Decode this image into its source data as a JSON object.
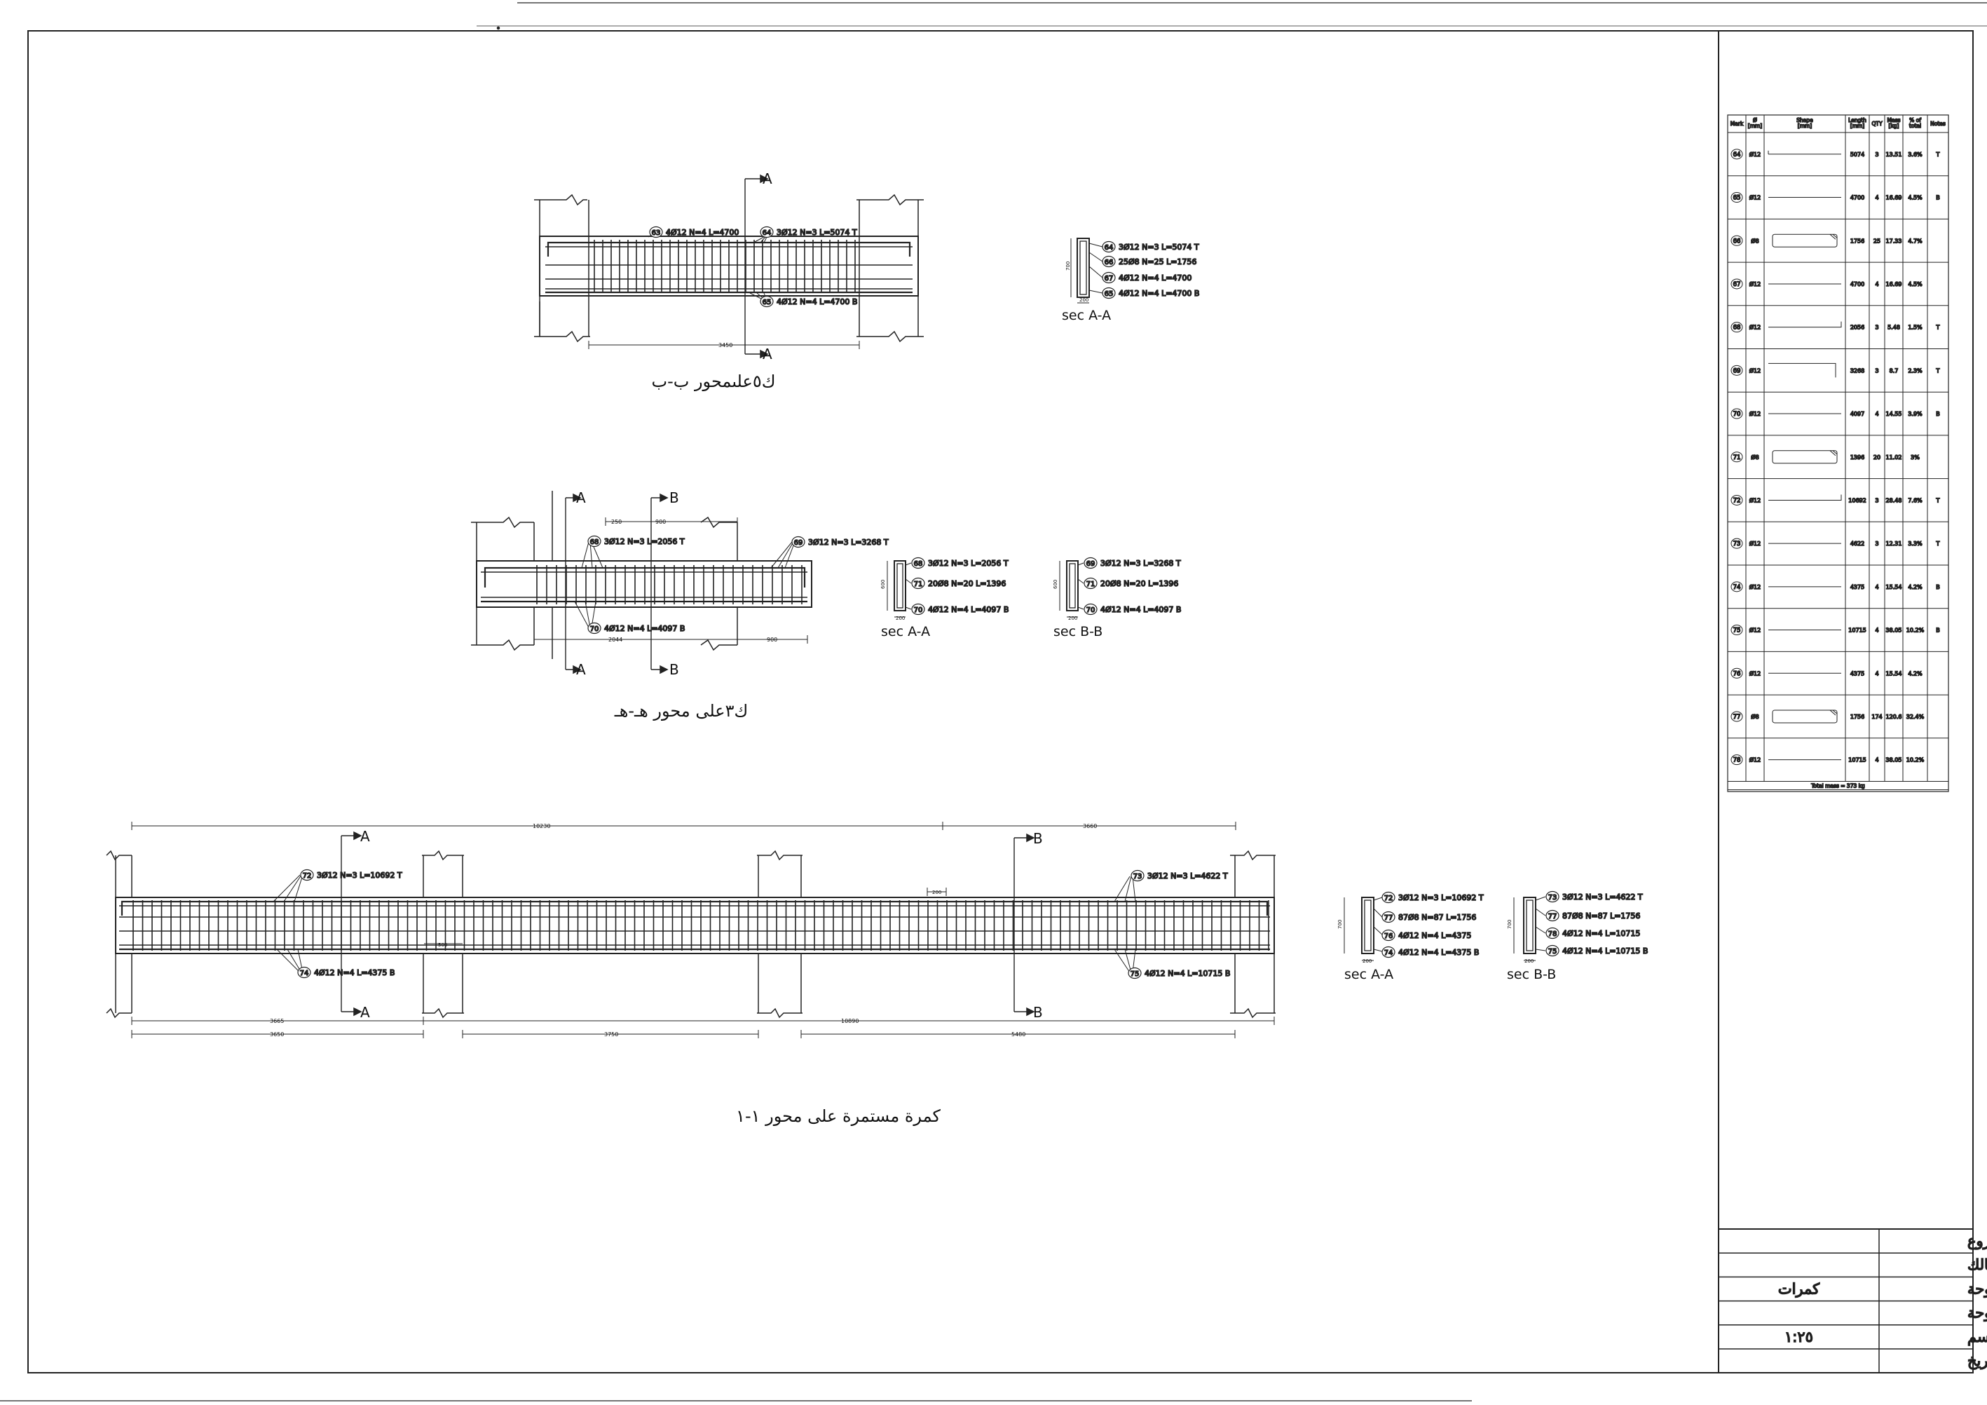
{
  "drawings": {
    "k5": {
      "title": "ك٥علىمحور ب-ب",
      "section_marks": [
        "A",
        "A"
      ],
      "span_dim": "3450",
      "callouts": [
        {
          "num": "63",
          "text": "4Ø12 N=4 L=4700"
        },
        {
          "num": "64",
          "text": "3Ø12 N=3 L=5074 T"
        },
        {
          "num": "65",
          "text": "4Ø12 N=4 L=4700 B"
        }
      ],
      "section": {
        "label": "sec A-A",
        "height_dim": "700",
        "width_dim": "200",
        "callouts": [
          {
            "num": "64",
            "text": "3Ø12 N=3 L=5074 T"
          },
          {
            "num": "66",
            "text": "25Ø8 N=25 L=1756"
          },
          {
            "num": "67",
            "text": "4Ø12 N=4 L=4700"
          },
          {
            "num": "65",
            "text": "4Ø12 N=4 L=4700 B"
          }
        ]
      }
    },
    "k3": {
      "title": "ك٣على محور هـ-هـ",
      "section_marks": [
        "A",
        "B",
        "A",
        "B"
      ],
      "dims": {
        "d250": "250",
        "d900a": "900",
        "d2044": "2044",
        "d900b": "900"
      },
      "callouts": [
        {
          "num": "68",
          "text": "3Ø12 N=3 L=2056 T"
        },
        {
          "num": "69",
          "text": "3Ø12 N=3 L=3268 T"
        },
        {
          "num": "70",
          "text": "4Ø12 N=4 L=4097 B"
        }
      ],
      "section_a": {
        "label": "sec A-A",
        "height_dim": "600",
        "width_dim": "200",
        "callouts": [
          {
            "num": "68",
            "text": "3Ø12 N=3 L=2056 T"
          },
          {
            "num": "71",
            "text": "20Ø8 N=20 L=1396"
          },
          {
            "num": "70",
            "text": "4Ø12 N=4 L=4097 B"
          }
        ]
      },
      "section_b": {
        "label": "sec B-B",
        "height_dim": "600",
        "width_dim": "200",
        "callouts": [
          {
            "num": "69",
            "text": "3Ø12 N=3 L=3268 T"
          },
          {
            "num": "71",
            "text": "20Ø8 N=20 L=1396"
          },
          {
            "num": "70",
            "text": "4Ø12 N=4 L=4097 B"
          }
        ]
      }
    },
    "cont": {
      "title": "كمرة مستمرة على محور ١-١",
      "section_marks": [
        "A",
        "B",
        "A",
        "B"
      ],
      "dims": {
        "top_total": "10230",
        "top_right": "3660",
        "mid_mark": "200",
        "d500": "500",
        "bot_a": "3665",
        "bot_b": "10890",
        "c1": "3650",
        "c2": "3750",
        "c3": "5480"
      },
      "callouts": [
        {
          "num": "72",
          "text": "3Ø12 N=3 L=10692 T"
        },
        {
          "num": "73",
          "text": "3Ø12 N=3 L=4622 T"
        },
        {
          "num": "74",
          "text": "4Ø12 N=4 L=4375 B"
        },
        {
          "num": "75",
          "text": "4Ø12 N=4 L=10715 B"
        }
      ],
      "section_a": {
        "label": "sec A-A",
        "height_dim": "700",
        "width_dim": "200",
        "callouts": [
          {
            "num": "72",
            "text": "3Ø12 N=3 L=10692 T"
          },
          {
            "num": "77",
            "text": "87Ø8 N=87 L=1756"
          },
          {
            "num": "76",
            "text": "4Ø12 N=4 L=4375"
          },
          {
            "num": "74",
            "text": "4Ø12 N=4 L=4375 B"
          }
        ]
      },
      "section_b": {
        "label": "sec B-B",
        "height_dim": "700",
        "width_dim": "200",
        "callouts": [
          {
            "num": "73",
            "text": "3Ø12 N=3 L=4622 T"
          },
          {
            "num": "77",
            "text": "87Ø8 N=87 L=1756"
          },
          {
            "num": "78",
            "text": "4Ø12 N=4 L=10715"
          },
          {
            "num": "75",
            "text": "4Ø12 N=4 L=10715 B"
          }
        ]
      }
    }
  },
  "schedule": {
    "headers": [
      "Mark",
      "Ø\n[mm]",
      "Shape\n[mm]",
      "Length\n[mm]",
      "QTY",
      "Mass\n[kg]",
      "% of\ntotal",
      "Notes"
    ],
    "rows": [
      {
        "mark": "64",
        "dia": "Ø12",
        "shape": "straight",
        "length": "5074",
        "qty": "3",
        "mass": "13.51",
        "pct": "3.6%",
        "notes": "T"
      },
      {
        "mark": "65",
        "dia": "Ø12",
        "shape": "straight",
        "length": "4700",
        "qty": "4",
        "mass": "16.69",
        "pct": "4.5%",
        "notes": "B"
      },
      {
        "mark": "66",
        "dia": "Ø8",
        "shape": "stirrup",
        "length": "1756",
        "qty": "25",
        "mass": "17.33",
        "pct": "4.7%",
        "notes": ""
      },
      {
        "mark": "67",
        "dia": "Ø12",
        "shape": "straight",
        "length": "4700",
        "qty": "4",
        "mass": "16.69",
        "pct": "4.5%",
        "notes": ""
      },
      {
        "mark": "68",
        "dia": "Ø12",
        "shape": "hook-right",
        "length": "2056",
        "qty": "3",
        "mass": "5.48",
        "pct": "1.5%",
        "notes": "T"
      },
      {
        "mark": "69",
        "dia": "Ø12",
        "shape": "bent",
        "length": "3268",
        "qty": "3",
        "mass": "8.7",
        "pct": "2.3%",
        "notes": "T"
      },
      {
        "mark": "70",
        "dia": "Ø12",
        "shape": "straight",
        "length": "4097",
        "qty": "4",
        "mass": "14.55",
        "pct": "3.9%",
        "notes": "B"
      },
      {
        "mark": "71",
        "dia": "Ø8",
        "shape": "stirrup",
        "length": "1396",
        "qty": "20",
        "mass": "11.02",
        "pct": "3%",
        "notes": ""
      },
      {
        "mark": "72",
        "dia": "Ø12",
        "shape": "hook-right",
        "length": "10692",
        "qty": "3",
        "mass": "28.48",
        "pct": "7.6%",
        "notes": "T"
      },
      {
        "mark": "73",
        "dia": "Ø12",
        "shape": "straight",
        "length": "4622",
        "qty": "3",
        "mass": "12.31",
        "pct": "3.3%",
        "notes": "T"
      },
      {
        "mark": "74",
        "dia": "Ø12",
        "shape": "straight",
        "length": "4375",
        "qty": "4",
        "mass": "15.54",
        "pct": "4.2%",
        "notes": "B"
      },
      {
        "mark": "75",
        "dia": "Ø12",
        "shape": "straight",
        "length": "10715",
        "qty": "4",
        "mass": "38.05",
        "pct": "10.2%",
        "notes": "B"
      },
      {
        "mark": "76",
        "dia": "Ø12",
        "shape": "straight",
        "length": "4375",
        "qty": "4",
        "mass": "15.54",
        "pct": "4.2%",
        "notes": ""
      },
      {
        "mark": "77",
        "dia": "Ø8",
        "shape": "stirrup",
        "length": "1756",
        "qty": "174",
        "mass": "120.6",
        "pct": "32.4%",
        "notes": ""
      },
      {
        "mark": "78",
        "dia": "Ø12",
        "shape": "straight",
        "length": "10715",
        "qty": "4",
        "mass": "38.05",
        "pct": "10.2%",
        "notes": ""
      }
    ],
    "total": "Total mass = 373 kg"
  },
  "title_block": [
    {
      "label": "مشروع",
      "value": ""
    },
    {
      "label": "المالك",
      "value": ""
    },
    {
      "label": "بيان اللوحة",
      "value": "كمرات"
    },
    {
      "label": "رقم اللوحة",
      "value": ""
    },
    {
      "label": "مقياس الرسم",
      "value": "١:٢٥"
    },
    {
      "label": "التاريخ",
      "value": ""
    }
  ]
}
